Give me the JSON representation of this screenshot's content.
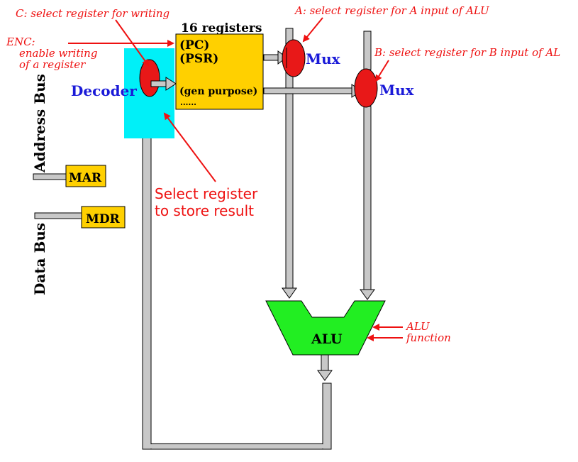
{
  "labels": {
    "c_select": "C: select register for writing",
    "a_select": "A: select register for A input of ALU",
    "b_select": "B: select register for B input of AL",
    "enc_line1": "ENC:",
    "enc_line2": "enable writing",
    "enc_line3": "of a register",
    "register_title": "16 registers",
    "reg_pc": "(PC)",
    "reg_psr": "(PSR)",
    "reg_gen": "(gen purpose)",
    "reg_more": "......",
    "decoder": "Decoder",
    "mux_a": "Mux",
    "mux_b": "Mux",
    "address_bus": "Address Bus",
    "data_bus": "Data Bus",
    "mar": "MAR",
    "mdr": "MDR",
    "select_store_line1": "Select register",
    "select_store_line2": "to store result",
    "alu": "ALU",
    "alu_fn_line1": "ALU",
    "alu_fn_line2": "function"
  },
  "colors": {
    "annotation_red": "#ee1111",
    "decoder_cyan": "#00f0f8",
    "register_gold": "#ffd000",
    "alu_green": "#22ee22",
    "mux_red": "#e81818",
    "title_blue": "#1a1ad8",
    "bus_gray": "#c8c8c8"
  }
}
